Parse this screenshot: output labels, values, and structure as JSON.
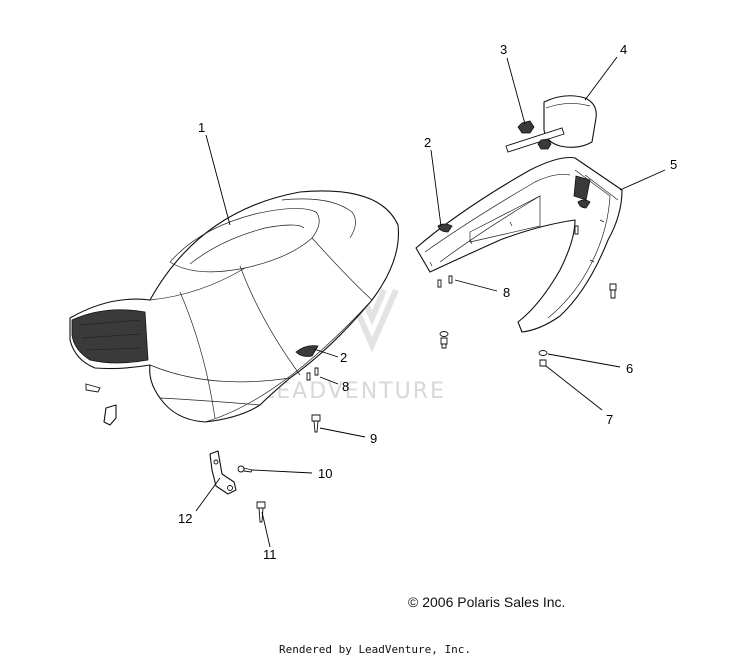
{
  "watermark": "LEADVENTURE",
  "copyright": "© 2006 Polaris Sales Inc.",
  "rendered_by": "Rendered by LeadVenture, Inc.",
  "callouts": [
    {
      "id": "1",
      "label": "1"
    },
    {
      "id": "2a",
      "label": "2"
    },
    {
      "id": "2b",
      "label": "2"
    },
    {
      "id": "3",
      "label": "3"
    },
    {
      "id": "4",
      "label": "4"
    },
    {
      "id": "5",
      "label": "5"
    },
    {
      "id": "6",
      "label": "6"
    },
    {
      "id": "7",
      "label": "7"
    },
    {
      "id": "8a",
      "label": "8"
    },
    {
      "id": "8b",
      "label": "8"
    },
    {
      "id": "9",
      "label": "9"
    },
    {
      "id": "10",
      "label": "10"
    },
    {
      "id": "11",
      "label": "11"
    },
    {
      "id": "12",
      "label": "12"
    }
  ]
}
